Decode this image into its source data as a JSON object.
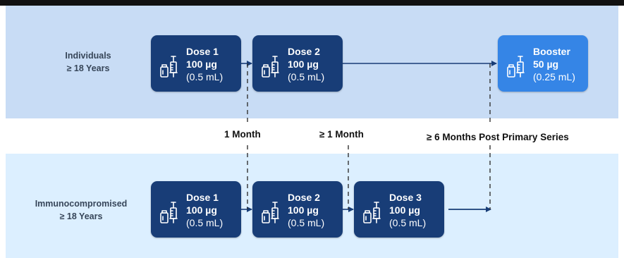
{
  "rows": {
    "individuals": {
      "label_line1": "Individuals",
      "label_line2": "≥ 18 Years"
    },
    "immunocompromised": {
      "label_line1": "Immunocompromised",
      "label_line2": "≥ 18 Years"
    }
  },
  "cards": {
    "ind_dose1": {
      "title": "Dose 1",
      "amount": "100 µg",
      "volume": "(0.5 mL)"
    },
    "ind_dose2": {
      "title": "Dose 2",
      "amount": "100 µg",
      "volume": "(0.5 mL)"
    },
    "ind_booster": {
      "title": "Booster",
      "amount": "50 µg",
      "volume": "(0.25 mL)"
    },
    "imm_dose1": {
      "title": "Dose 1",
      "amount": "100 µg",
      "volume": "(0.5 mL)"
    },
    "imm_dose2": {
      "title": "Dose 2",
      "amount": "100 µg",
      "volume": "(0.5 mL)"
    },
    "imm_dose3": {
      "title": "Dose 3",
      "amount": "100 µg",
      "volume": "(0.5 mL)"
    }
  },
  "intervals": {
    "one_month": "1 Month",
    "at_least_one_month": "≥ 1 Month",
    "post_primary": "≥ 6 Months Post Primary Series"
  },
  "colors": {
    "band_top": "#c8dcf5",
    "band_bottom": "#dcefff",
    "card_dose": "#183d77",
    "card_booster": "#3585e6",
    "arrow": "#183d77",
    "dashed_line": "#333333"
  },
  "icons": {
    "card_icon": "vial-and-syringe-icon"
  }
}
